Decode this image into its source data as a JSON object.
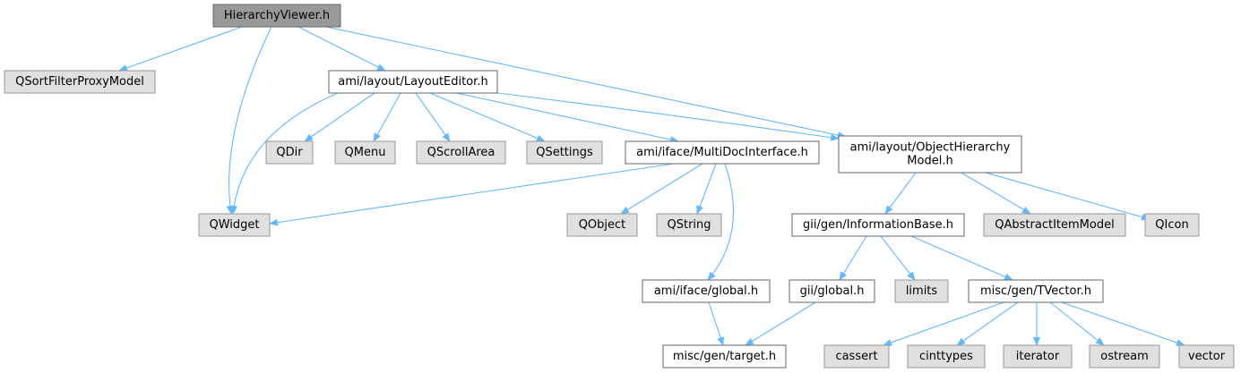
{
  "graph": {
    "colors": {
      "root_fill": "#999999",
      "root_border": "#666666",
      "external_fill": "#e0e0e0",
      "external_border": "#999999",
      "internal_fill": "#ffffff",
      "internal_border": "#666666",
      "edge": "#63b8ff"
    },
    "nodes": [
      {
        "id": "hierarchyviewer",
        "label": [
          "HierarchyViewer.h"
        ],
        "kind": "root"
      },
      {
        "id": "qsortfilterproxymodel",
        "label": [
          "QSortFilterProxyModel"
        ],
        "kind": "external"
      },
      {
        "id": "layouteditor",
        "label": [
          "ami/layout/LayoutEditor.h"
        ],
        "kind": "internal"
      },
      {
        "id": "objecthierarchymodel",
        "label": [
          "ami/layout/ObjectHierarchy",
          "Model.h"
        ],
        "kind": "internal"
      },
      {
        "id": "qwidget",
        "label": [
          "QWidget"
        ],
        "kind": "external"
      },
      {
        "id": "qdir",
        "label": [
          "QDir"
        ],
        "kind": "external"
      },
      {
        "id": "qmenu",
        "label": [
          "QMenu"
        ],
        "kind": "external"
      },
      {
        "id": "qscrollarea",
        "label": [
          "QScrollArea"
        ],
        "kind": "external"
      },
      {
        "id": "qsettings",
        "label": [
          "QSettings"
        ],
        "kind": "external"
      },
      {
        "id": "multidocinterface",
        "label": [
          "ami/iface/MultiDocInterface.h"
        ],
        "kind": "internal"
      },
      {
        "id": "qobject",
        "label": [
          "QObject"
        ],
        "kind": "external"
      },
      {
        "id": "qstring",
        "label": [
          "QString"
        ],
        "kind": "external"
      },
      {
        "id": "ifaceglobal",
        "label": [
          "ami/iface/global.h"
        ],
        "kind": "internal"
      },
      {
        "id": "target",
        "label": [
          "misc/gen/target.h"
        ],
        "kind": "internal"
      },
      {
        "id": "informationbase",
        "label": [
          "gii/gen/InformationBase.h"
        ],
        "kind": "internal"
      },
      {
        "id": "qabstractitemmodel",
        "label": [
          "QAbstractItemModel"
        ],
        "kind": "external"
      },
      {
        "id": "qicon",
        "label": [
          "QIcon"
        ],
        "kind": "external"
      },
      {
        "id": "giiglobal",
        "label": [
          "gii/global.h"
        ],
        "kind": "internal"
      },
      {
        "id": "limits",
        "label": [
          "limits"
        ],
        "kind": "external"
      },
      {
        "id": "tvector",
        "label": [
          "misc/gen/TVector.h"
        ],
        "kind": "internal"
      },
      {
        "id": "cassert",
        "label": [
          "cassert"
        ],
        "kind": "external"
      },
      {
        "id": "cinttypes",
        "label": [
          "cinttypes"
        ],
        "kind": "external"
      },
      {
        "id": "iterator",
        "label": [
          "iterator"
        ],
        "kind": "external"
      },
      {
        "id": "ostream",
        "label": [
          "ostream"
        ],
        "kind": "external"
      },
      {
        "id": "vector",
        "label": [
          "vector"
        ],
        "kind": "external"
      }
    ],
    "edges": [
      {
        "from": "hierarchyviewer",
        "to": "qsortfilterproxymodel"
      },
      {
        "from": "hierarchyviewer",
        "to": "layouteditor"
      },
      {
        "from": "hierarchyviewer",
        "to": "qwidget"
      },
      {
        "from": "hierarchyviewer",
        "to": "objecthierarchymodel"
      },
      {
        "from": "layouteditor",
        "to": "qwidget"
      },
      {
        "from": "layouteditor",
        "to": "qdir"
      },
      {
        "from": "layouteditor",
        "to": "qmenu"
      },
      {
        "from": "layouteditor",
        "to": "qscrollarea"
      },
      {
        "from": "layouteditor",
        "to": "qsettings"
      },
      {
        "from": "layouteditor",
        "to": "multidocinterface"
      },
      {
        "from": "layouteditor",
        "to": "objecthierarchymodel"
      },
      {
        "from": "multidocinterface",
        "to": "qwidget"
      },
      {
        "from": "multidocinterface",
        "to": "qobject"
      },
      {
        "from": "multidocinterface",
        "to": "qstring"
      },
      {
        "from": "multidocinterface",
        "to": "ifaceglobal"
      },
      {
        "from": "ifaceglobal",
        "to": "target"
      },
      {
        "from": "objecthierarchymodel",
        "to": "informationbase"
      },
      {
        "from": "objecthierarchymodel",
        "to": "qabstractitemmodel"
      },
      {
        "from": "objecthierarchymodel",
        "to": "qicon"
      },
      {
        "from": "informationbase",
        "to": "giiglobal"
      },
      {
        "from": "informationbase",
        "to": "limits"
      },
      {
        "from": "informationbase",
        "to": "tvector"
      },
      {
        "from": "giiglobal",
        "to": "target"
      },
      {
        "from": "tvector",
        "to": "cassert"
      },
      {
        "from": "tvector",
        "to": "cinttypes"
      },
      {
        "from": "tvector",
        "to": "iterator"
      },
      {
        "from": "tvector",
        "to": "ostream"
      },
      {
        "from": "tvector",
        "to": "vector"
      }
    ]
  }
}
